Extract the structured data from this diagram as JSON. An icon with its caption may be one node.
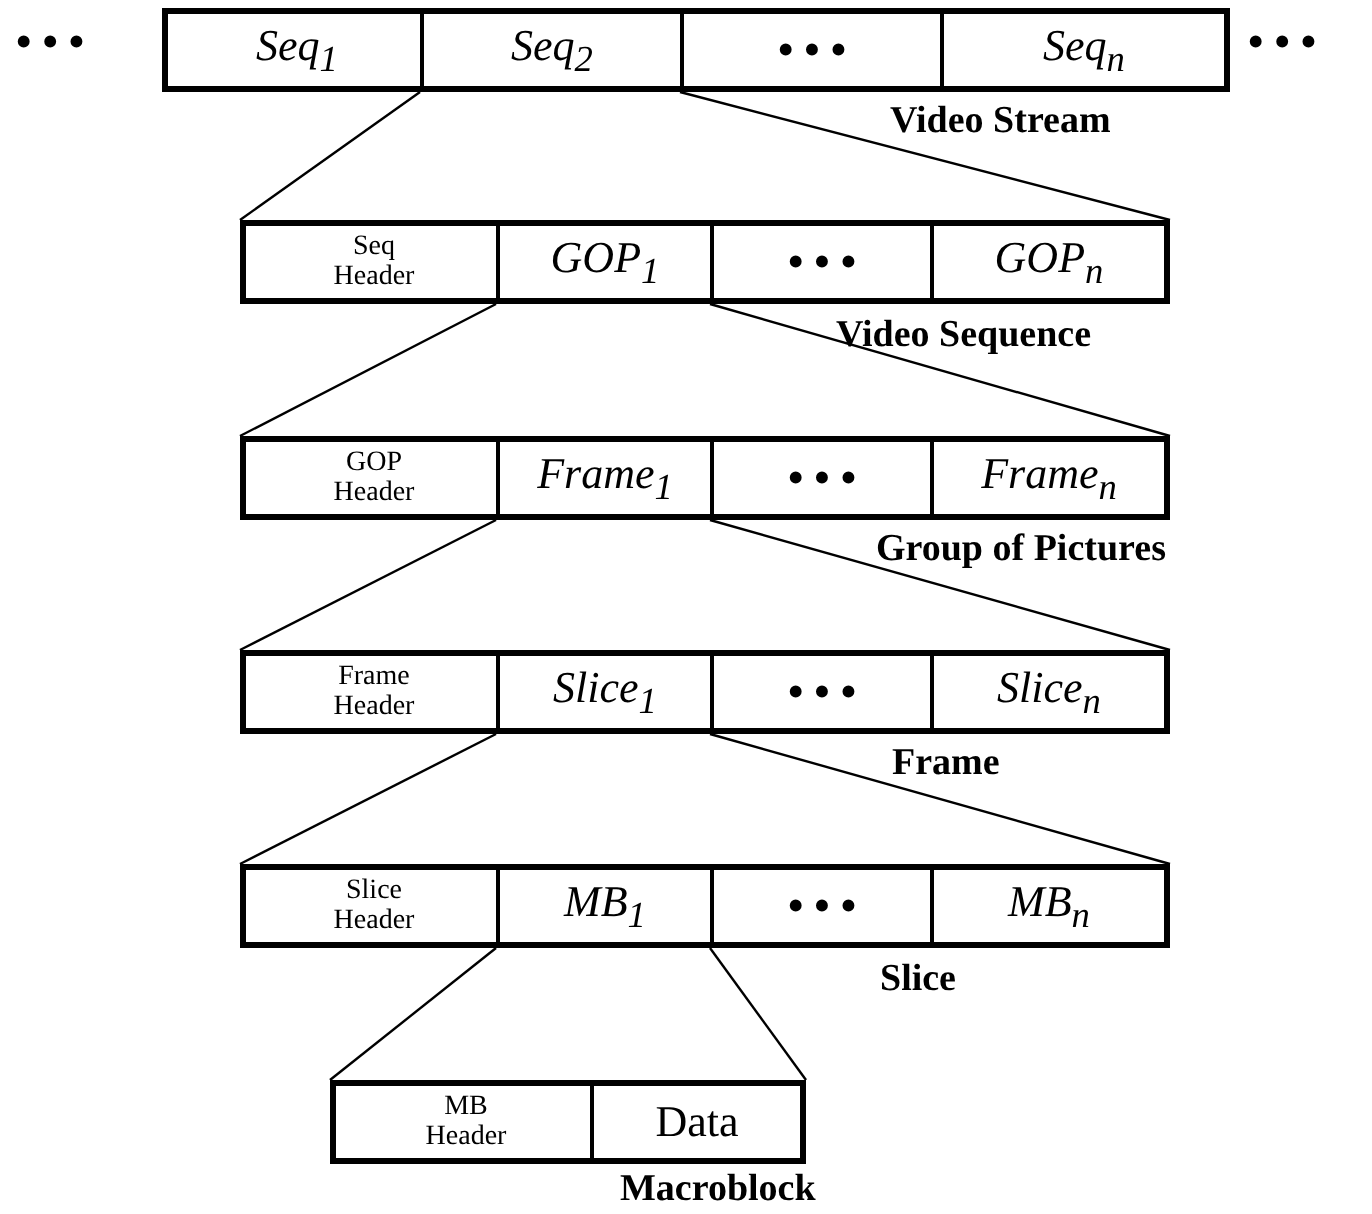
{
  "diagram": {
    "nodes": [
      {
        "text": [],
        "shape": "box",
        "beside": [
          "Video Stream"
        ]
      },
      {
        "text": [
          "Seq$_{1}$"
        ],
        "in": 0
      },
      {
        "text": [
          "Seq$_{2}$"
        ],
        "in": 0
      },
      {
        "text": [
          "• • •"
        ],
        "in": 0
      },
      {
        "text": [
          "Seq$_{n}$"
        ],
        "in": 0
      },
      {
        "text": [],
        "shape": "box",
        "beside": [
          "Video Sequence"
        ]
      },
      {
        "text": [
          "Seq Header"
        ],
        "in": 5
      },
      {
        "text": [
          "GOP$_{1}$"
        ],
        "in": 5
      },
      {
        "text": [
          "• • •"
        ],
        "in": 5
      },
      {
        "text": [
          "GOP$_{n}$"
        ],
        "in": 5
      },
      {
        "text": [],
        "shape": "box",
        "beside": [
          "Group of Pictures"
        ]
      },
      {
        "text": [
          "GOP Header"
        ],
        "in": 10
      },
      {
        "text": [
          "Frame$_{1}$"
        ],
        "in": 10
      },
      {
        "text": [
          "• • •"
        ],
        "in": 10
      },
      {
        "text": [
          "Frame$_{n}$"
        ],
        "in": 10
      },
      {
        "text": [],
        "shape": "box",
        "beside": [
          "Frame"
        ]
      },
      {
        "text": [
          "Frame Header"
        ],
        "in": 15
      },
      {
        "text": [
          "Slice$_{1}$"
        ],
        "in": 15
      },
      {
        "text": [
          "• • •"
        ],
        "in": 15
      },
      {
        "text": [
          "Slice$_{n}$"
        ],
        "in": 15
      },
      {
        "text": [],
        "shape": "box",
        "beside": [
          "Slice"
        ]
      },
      {
        "text": [
          "Slice Header"
        ],
        "in": 20
      },
      {
        "text": [
          "MB$_{1}$"
        ],
        "in": 20
      },
      {
        "text": [
          "• • •"
        ],
        "in": 20
      },
      {
        "text": [
          "MB$_{n}$"
        ],
        "in": 20
      },
      {
        "text": [],
        "shape": "box",
        "beside": [
          "Macroblock"
        ]
      },
      {
        "text": [
          "MB Header"
        ],
        "in": 25
      },
      {
        "text": [
          "Data"
        ],
        "in": 25
      }
    ],
    "edges": [
      {
        "from": 2,
        "to": 5,
        "arrow": "none"
      },
      {
        "from": 2,
        "to": 5,
        "arrow": "none"
      },
      {
        "from": 7,
        "to": 10,
        "arrow": "none"
      },
      {
        "from": 7,
        "to": 10,
        "arrow": "none"
      },
      {
        "from": 12,
        "to": 15,
        "arrow": "none"
      },
      {
        "from": 12,
        "to": 15,
        "arrow": "none"
      },
      {
        "from": 17,
        "to": 20,
        "arrow": "none"
      },
      {
        "from": 17,
        "to": 20,
        "arrow": "none"
      },
      {
        "from": 22,
        "to": 25,
        "arrow": "none"
      },
      {
        "from": 22,
        "to": 25,
        "arrow": "none"
      }
    ],
    "labels": [
      "• • •",
      "• • •"
    ]
  }
}
